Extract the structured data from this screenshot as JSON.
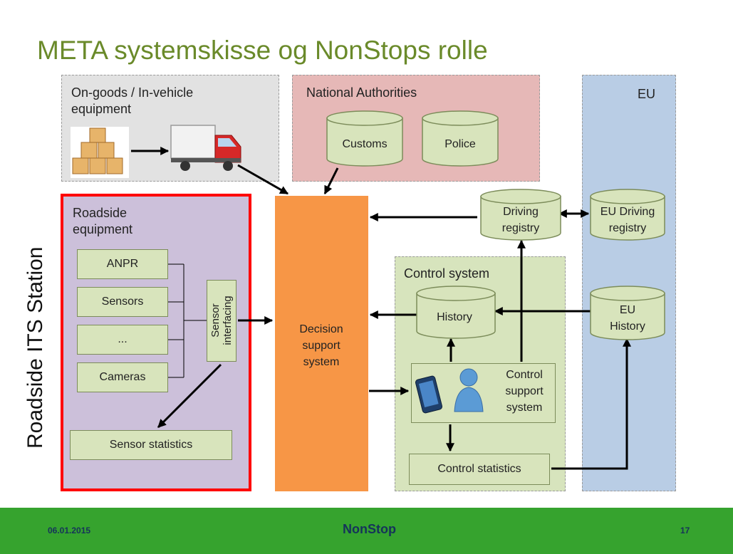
{
  "title": "META systemskisse og NonStops rolle",
  "side_label": "Roadside ITS Station",
  "regions": {
    "on_goods": "On-goods / In-vehicle equipment",
    "national": "National Authorities",
    "eu": "EU",
    "roadside": "Roadside equipment",
    "control_system": "Control system"
  },
  "nodes": {
    "customs": "Customs",
    "police": "Police",
    "driving_registry": [
      "Driving",
      "registry"
    ],
    "eu_driving_registry": [
      "EU Driving",
      "registry"
    ],
    "history": "History",
    "eu_history": [
      "EU",
      "History"
    ],
    "decision_support": [
      "Decision",
      "support",
      "system"
    ],
    "control_support": [
      "Control",
      "support",
      "system"
    ],
    "control_statistics": "Control statistics",
    "anpr": "ANPR",
    "sensors": "Sensors",
    "ellipsis": "...",
    "cameras": "Cameras",
    "sensor_interfacing": [
      "Sensor",
      "interfacing"
    ],
    "sensor_statistics": "Sensor statistics"
  },
  "footer": {
    "date": "06.01.2015",
    "project": "NonStop",
    "page": "17"
  }
}
